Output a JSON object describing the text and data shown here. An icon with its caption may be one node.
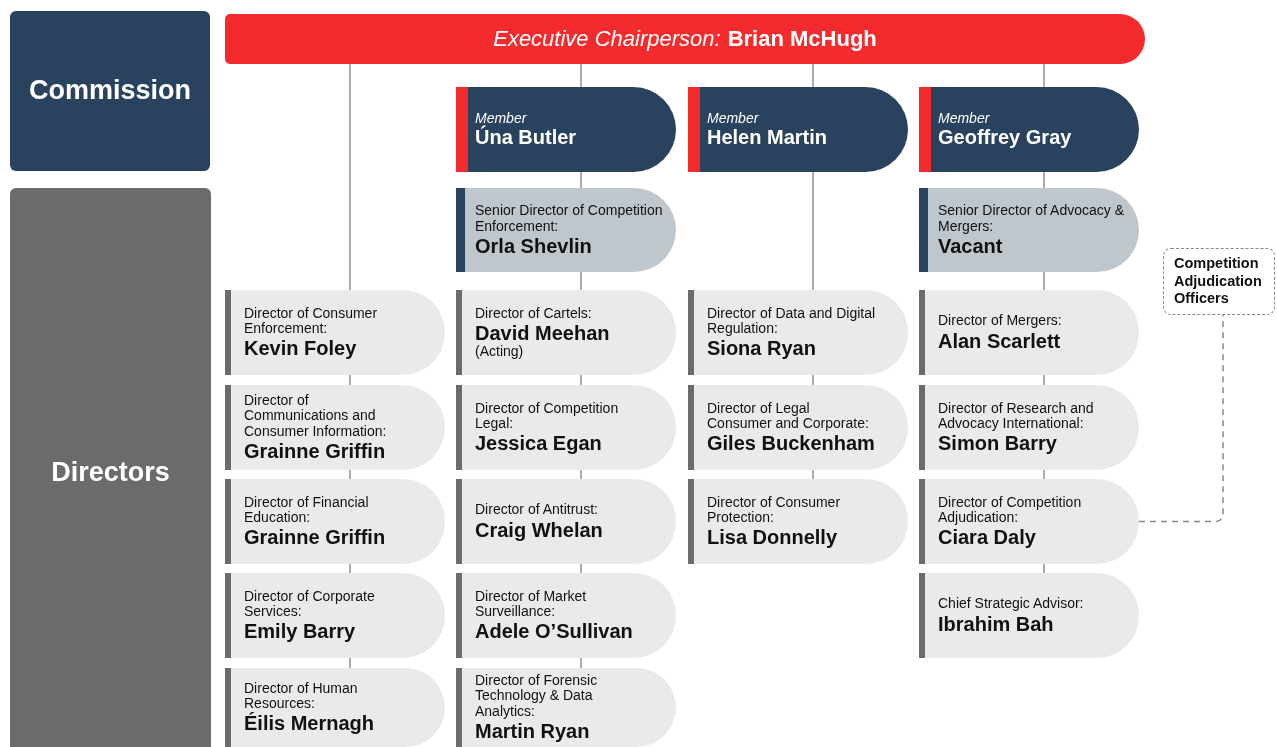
{
  "diagram": {
    "nodes": [
      {
        "text": [
          "Commission"
        ]
      },
      {
        "text": [
          "Directors"
        ]
      },
      {
        "text": [
          "Executive Chairperson:",
          "Brian McHugh"
        ]
      },
      {
        "text": [
          "Member",
          "Úna Butler"
        ]
      },
      {
        "text": [
          "Member",
          "Helen Martin"
        ]
      },
      {
        "text": [
          "Member",
          "Geoffrey Gray"
        ]
      },
      {
        "text": [
          "Senior Director of Competition Enforcement:",
          "Orla Shevlin"
        ]
      },
      {
        "text": [
          "Senior Director of Advocacy & Mergers:",
          "Vacant"
        ]
      },
      {
        "text": [
          "Director of Consumer Enforcement:",
          "Kevin Foley"
        ]
      },
      {
        "text": [
          "Director of Communications and Consumer Information:",
          "Grainne Griffin"
        ]
      },
      {
        "text": [
          "Director of Financial Education:",
          "Grainne Griffin"
        ]
      },
      {
        "text": [
          "Director of Corporate Services:",
          "Emily Barry"
        ]
      },
      {
        "text": [
          "Director of Human Resources:",
          "Éilis Mernagh"
        ]
      },
      {
        "text": [
          "Director of Cartels:",
          "David Meehan",
          "(Acting)"
        ]
      },
      {
        "text": [
          "Director of Competition Legal:",
          "Jessica Egan"
        ]
      },
      {
        "text": [
          "Director of Antitrust:",
          "Craig Whelan"
        ]
      },
      {
        "text": [
          "Director of Market Surveillance:",
          "Adele O’Sullivan"
        ]
      },
      {
        "text": [
          "Director of Forensic Technology & Data Analytics:",
          "Martin Ryan"
        ]
      },
      {
        "text": [
          "Director of Data and Digital Regulation:",
          "Siona Ryan"
        ]
      },
      {
        "text": [
          "Director of Legal Consumer and Corporate:",
          "Giles Buckenham"
        ]
      },
      {
        "text": [
          "Director of Consumer Protection:",
          "Lisa Donnelly"
        ]
      },
      {
        "text": [
          "Director of Mergers:",
          "Alan Scarlett"
        ]
      },
      {
        "text": [
          "Director of Research and Advocacy International:",
          "Simon Barry"
        ]
      },
      {
        "text": [
          "Director of Competition Adjudication:",
          "Ciara Daly"
        ]
      },
      {
        "text": [
          "Chief Strategic Advisor:",
          "Ibrahim Bah"
        ]
      },
      {
        "text": [
          "Competition Adjudication Officers"
        ]
      }
    ],
    "edges": [
      {
        "from": 2,
        "to": 8,
        "arrow": "none"
      },
      {
        "from": 2,
        "to": 3,
        "arrow": "none"
      },
      {
        "from": 2,
        "to": 4,
        "arrow": "none"
      },
      {
        "from": 2,
        "to": 5,
        "arrow": "none"
      },
      {
        "from": 8,
        "to": 9,
        "arrow": "none"
      },
      {
        "from": 9,
        "to": 10,
        "arrow": "none"
      },
      {
        "from": 10,
        "to": 11,
        "arrow": "none"
      },
      {
        "from": 11,
        "to": 12,
        "arrow": "none"
      },
      {
        "from": 3,
        "to": 6,
        "arrow": "none"
      },
      {
        "from": 6,
        "to": 13,
        "arrow": "none"
      },
      {
        "from": 13,
        "to": 14,
        "arrow": "none"
      },
      {
        "from": 14,
        "to": 15,
        "arrow": "none"
      },
      {
        "from": 15,
        "to": 16,
        "arrow": "none"
      },
      {
        "from": 16,
        "to": 17,
        "arrow": "none"
      },
      {
        "from": 4,
        "to": 18,
        "arrow": "none"
      },
      {
        "from": 18,
        "to": 19,
        "arrow": "none"
      },
      {
        "from": 19,
        "to": 20,
        "arrow": "none"
      },
      {
        "from": 5,
        "to": 7,
        "arrow": "none"
      },
      {
        "from": 7,
        "to": 21,
        "arrow": "none"
      },
      {
        "from": 21,
        "to": 22,
        "arrow": "none"
      },
      {
        "from": 22,
        "to": 23,
        "arrow": "none"
      },
      {
        "from": 23,
        "to": 24,
        "arrow": "none"
      },
      {
        "from": 23,
        "to": 25,
        "arrow": "none",
        "style": "dashed"
      }
    ]
  }
}
